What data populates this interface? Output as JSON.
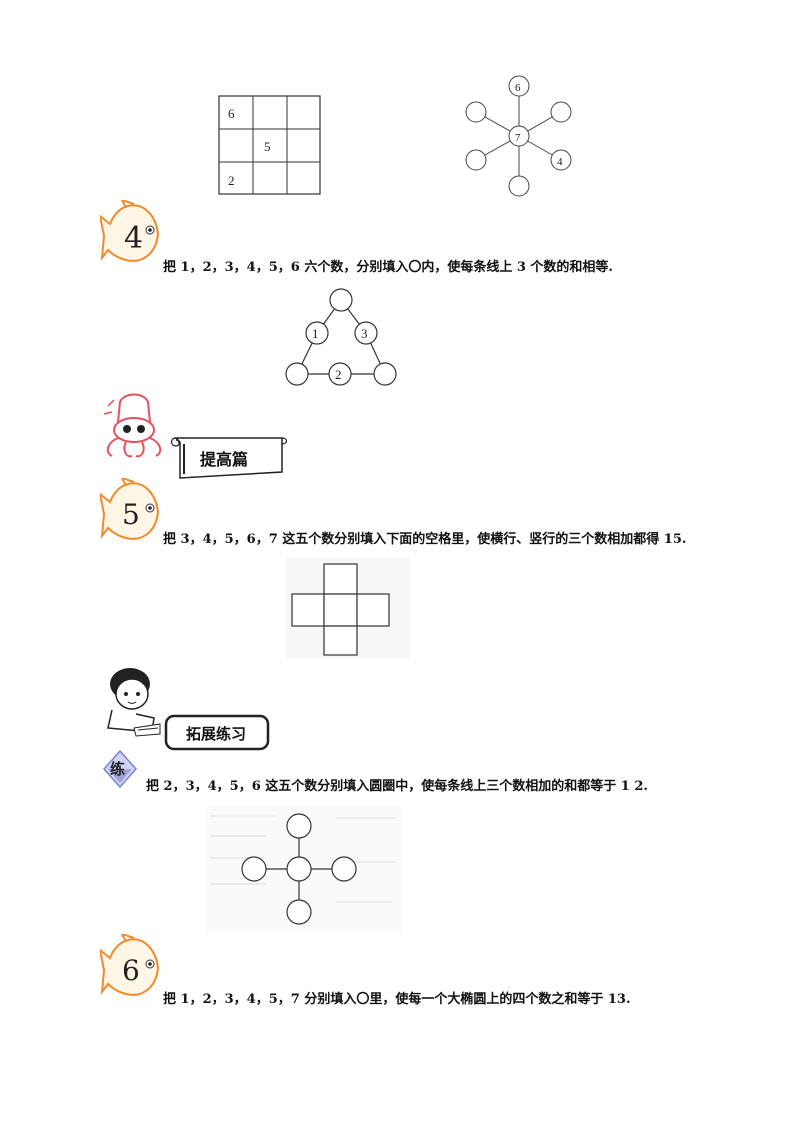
{
  "grid_puzzle": {
    "cells": [
      "6",
      "",
      "",
      "",
      "5",
      "",
      "2",
      "",
      ""
    ]
  },
  "star_puzzle": {
    "center": "7",
    "top": "6",
    "lower_right": "4"
  },
  "q4": {
    "number": "4",
    "text": "把 1，2，3，4，5，6 六个数，分别填入〇内，使每条线上 3 个数的和相等.",
    "triangle": {
      "left_mid": "1",
      "right_mid": "3",
      "bottom_mid": "2"
    }
  },
  "section_advanced": {
    "title": "提高篇"
  },
  "q5": {
    "number": "5",
    "text": "把 3，4，5，6，7 这五个数分别填入下面的空格里，使横行、竖行的三个数相加都得 15."
  },
  "section_practice": {
    "title": "拓展练习"
  },
  "practice": {
    "badge": "练",
    "text": "把 2，3，4，5，6 这五个数分别填入圆圈中，使每条线上三个数相加的和都等于 1 2."
  },
  "q6": {
    "number": "6",
    "text": "把 1，2，3，4，5，7 分别填入〇里，使每一个大椭圆上的四个数之和等于 13."
  },
  "colors": {
    "fish_orange": "#f08a2c",
    "squid_red": "#e8505b",
    "badge_blue": "#7d84c8"
  }
}
